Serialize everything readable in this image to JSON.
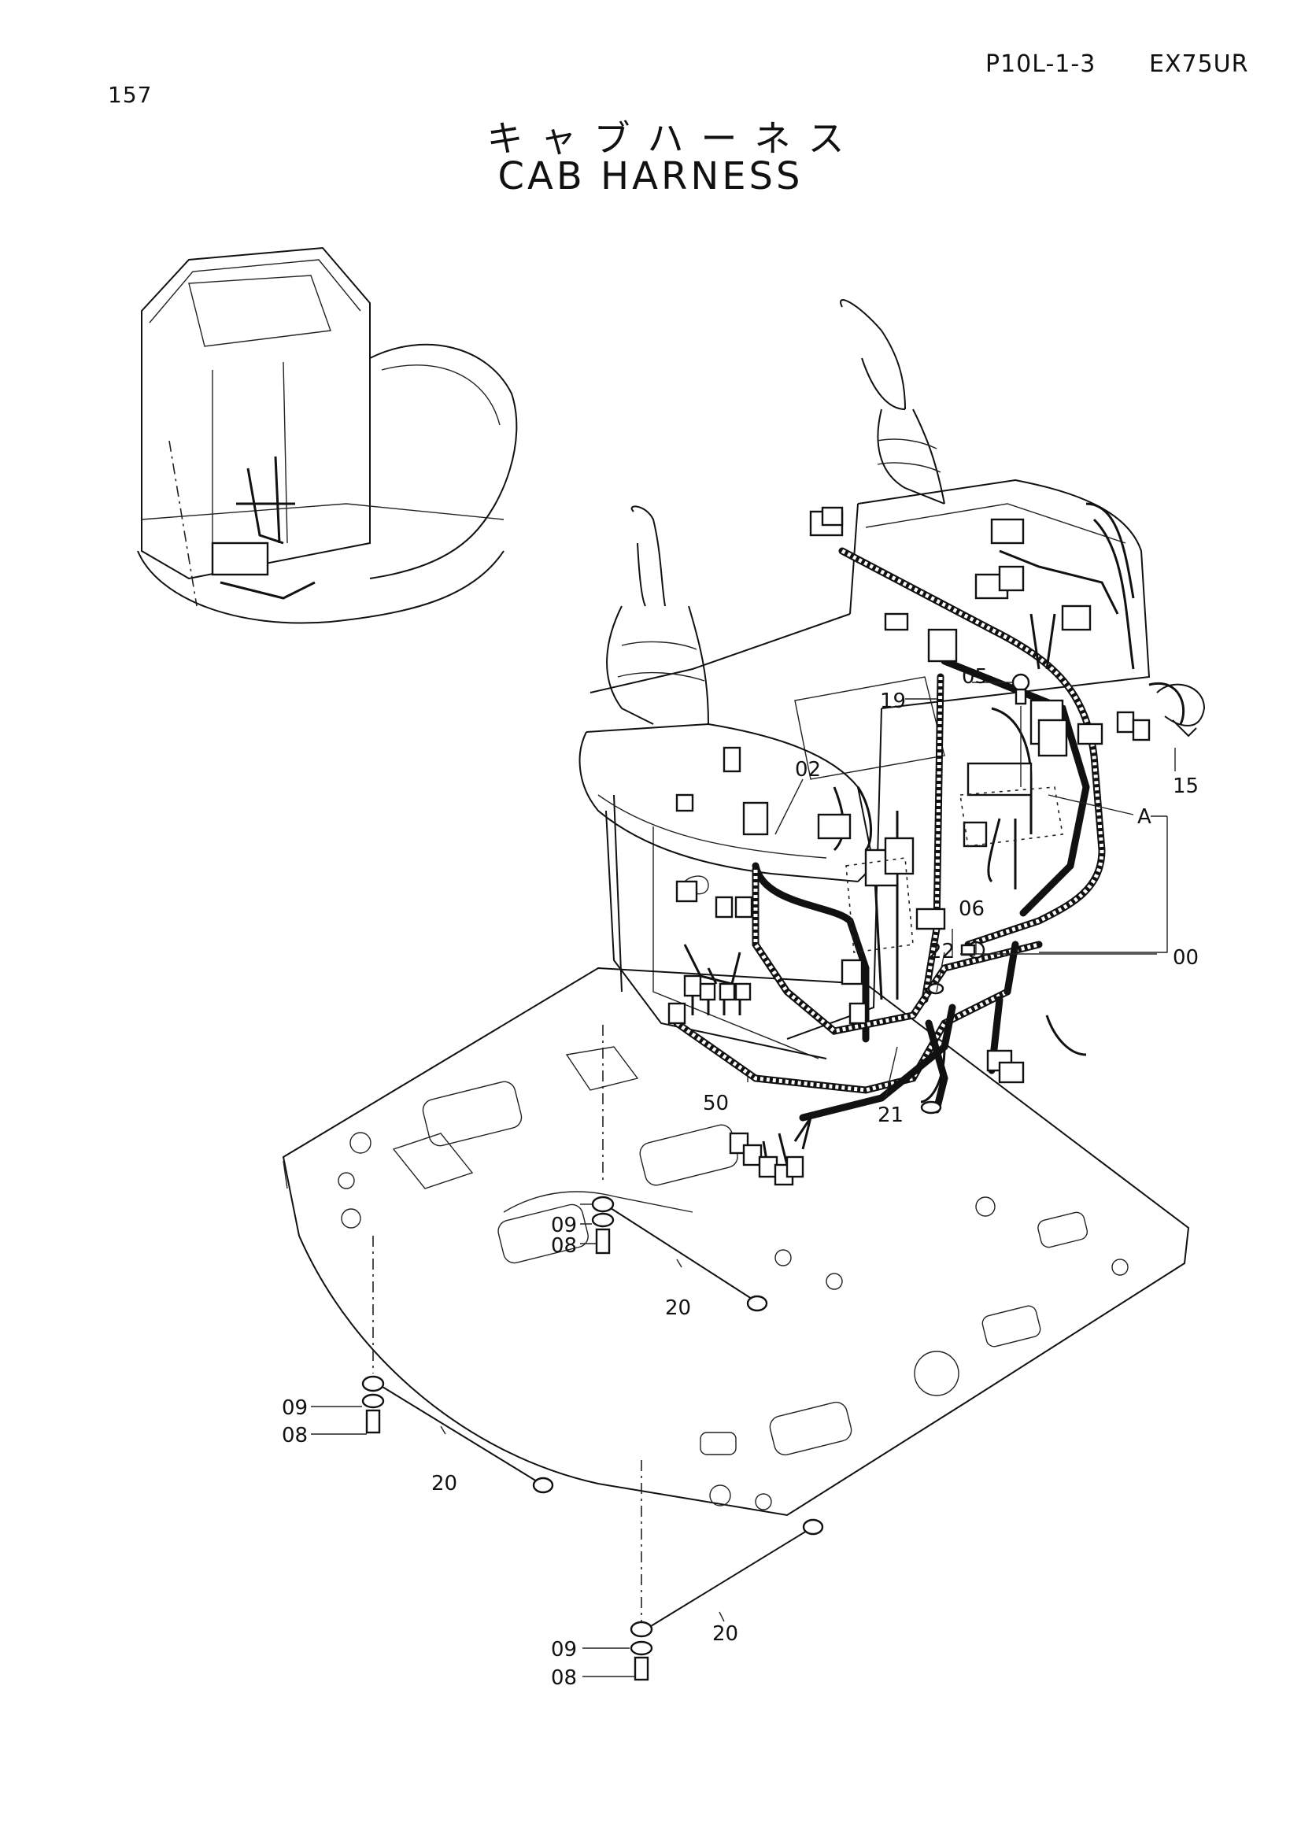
{
  "header": {
    "page_number": "157",
    "ref_code": "P10L-1-3",
    "model": "EX75UR"
  },
  "title": {
    "japanese": "キャブハーネス",
    "english": "CAB HARNESS"
  },
  "callouts": {
    "c02": "02",
    "c05": "05",
    "c19": "19",
    "c15": "15",
    "cA": "A",
    "c06": "06",
    "c22": "22",
    "c00": "00",
    "c50": "50",
    "c21": "21",
    "c09a": "09",
    "c08a": "08",
    "c20a": "20",
    "c09b": "09",
    "c08b": "08",
    "c20b": "20",
    "c20c": "20",
    "c09c": "09",
    "c08c": "08"
  }
}
